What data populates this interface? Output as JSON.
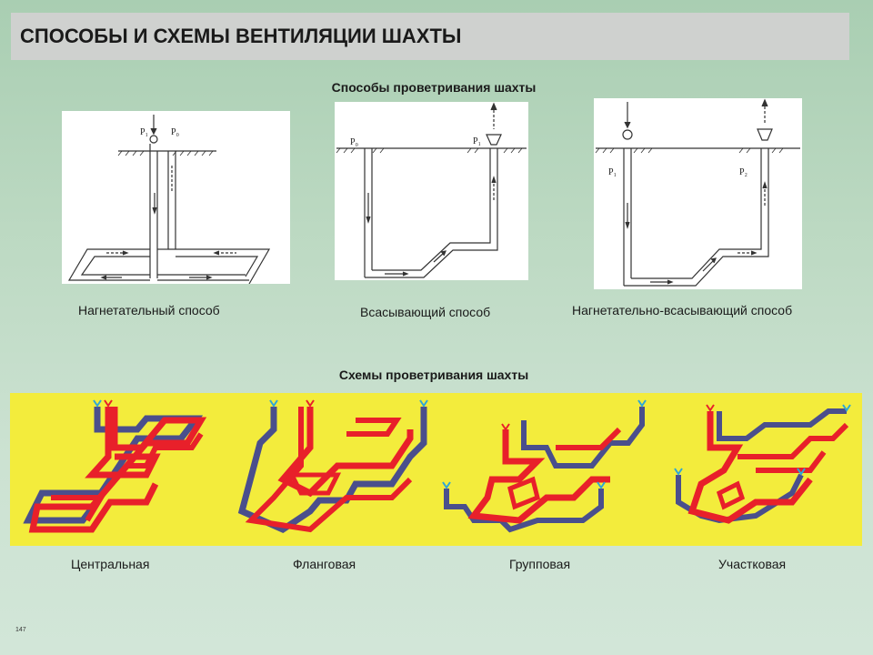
{
  "header": {
    "title": "СПОСОБЫ И СХЕМЫ ВЕНТИЛЯЦИИ ШАХТЫ"
  },
  "methods": {
    "title": "Способы проветривания шахты",
    "items": [
      {
        "caption": "Нагнетательный способ",
        "labels": [
          "P₁",
          "P₀"
        ]
      },
      {
        "caption": "Всасывающий способ",
        "labels": [
          "P₀",
          "P₁"
        ]
      },
      {
        "caption": "Нагнетательно-всасывающий способ",
        "labels": [
          "P₁",
          "P₂"
        ]
      }
    ]
  },
  "schemes": {
    "title": "Схемы проветривания шахты",
    "items": [
      {
        "caption": "Центральная"
      },
      {
        "caption": "Фланговая"
      },
      {
        "caption": "Групповая"
      },
      {
        "caption": "Участковая"
      }
    ],
    "colors": {
      "fresh_air": "#e8202a",
      "return_air": "#4a4f8c",
      "background": "#f3ec3c"
    }
  },
  "footer": {
    "page_number": "147"
  }
}
